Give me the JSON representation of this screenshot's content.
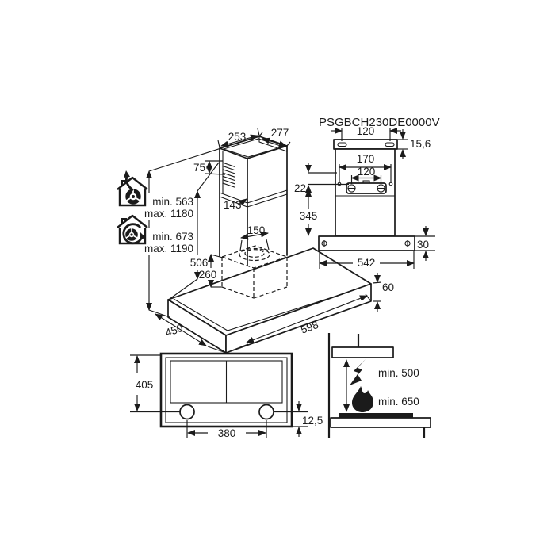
{
  "model": "PSGBCH230DE0000V",
  "modes": {
    "exhaust_min": "min. 563",
    "exhaust_max": "max. 1180",
    "recirc_min": "min. 673",
    "recirc_max": "max. 1190"
  },
  "iso": {
    "d253": "253",
    "d277": "277",
    "d75": "75",
    "d143": "143",
    "d150": "150",
    "d506": "506",
    "d260": "260",
    "d450": "450",
    "d598": "598",
    "d60": "60"
  },
  "rear": {
    "d120top": "120",
    "d156": "15,6",
    "d170": "170",
    "d120br": "120",
    "d22": "22",
    "d345": "345",
    "d30": "30",
    "d542": "542"
  },
  "front": {
    "d405": "405",
    "d380": "380",
    "d125": "12,5"
  },
  "clear": {
    "electric": "min. 500",
    "gas": "min. 650"
  }
}
